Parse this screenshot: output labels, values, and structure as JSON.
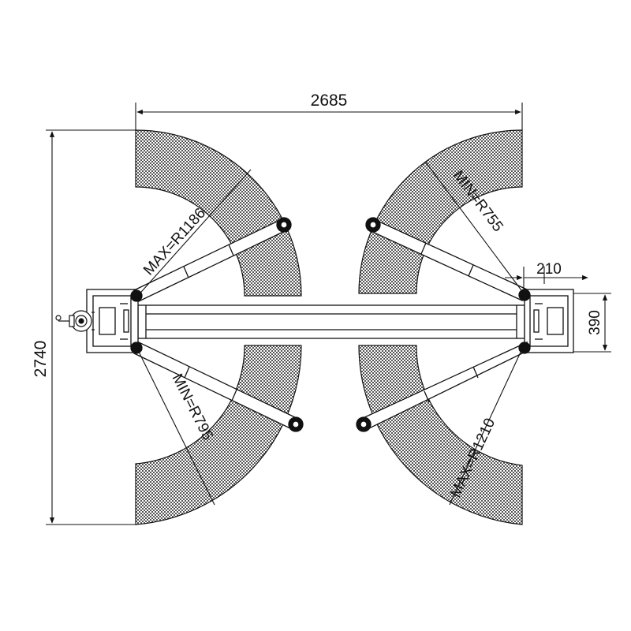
{
  "dimensions": {
    "overall_width": "2685",
    "overall_height": "2740",
    "arm_offset": "210",
    "column_depth": "390"
  },
  "arm_radii": {
    "left_upper": "MAX=R1186",
    "left_lower": "MIN=R795",
    "right_upper": "MIN=R755",
    "right_lower": "MAX=R1210"
  },
  "colors": {
    "line": "#111111",
    "hatch": "#555555",
    "fill": "#ffffff"
  }
}
